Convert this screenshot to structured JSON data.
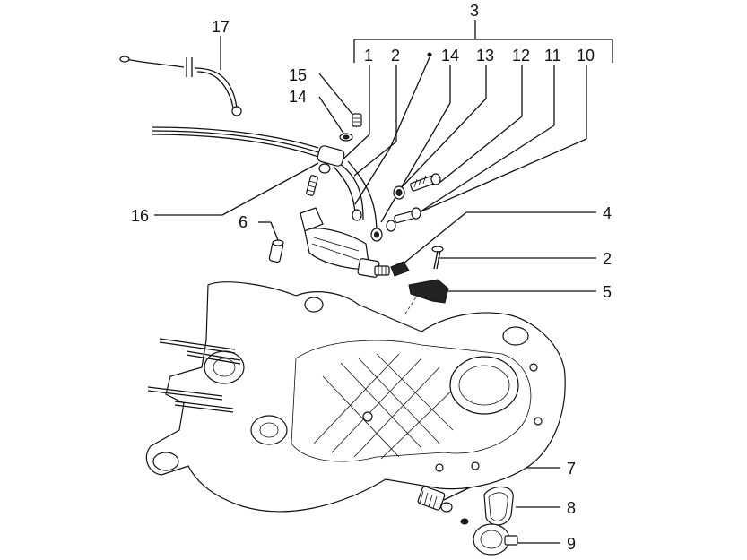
{
  "labels": {
    "l3": "3",
    "l1": "1",
    "l2a": "2",
    "l14a": "14",
    "l13": "13",
    "l12": "12",
    "l11": "11",
    "l10": "10",
    "l17": "17",
    "l15": "15",
    "l14b": "14",
    "l16": "16",
    "l6": "6",
    "l4": "4",
    "l2b": "2",
    "l5": "5",
    "l7": "7",
    "l8": "8",
    "l9": "9"
  }
}
